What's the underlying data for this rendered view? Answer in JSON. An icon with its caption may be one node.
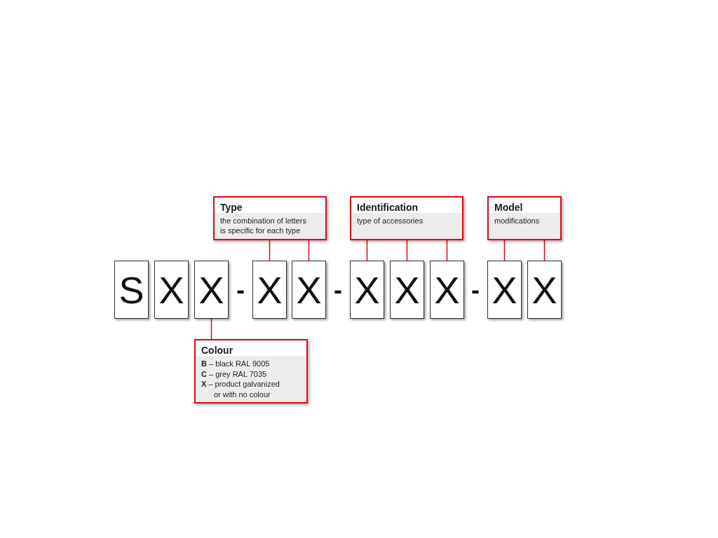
{
  "diagram": {
    "nodes": [
      {
        "text": [
          "Type",
          "the combination of letters is specific for each type"
        ]
      },
      {
        "text": [
          "Identification",
          "type of accessories"
        ]
      },
      {
        "text": [
          "Model",
          "modifications"
        ]
      },
      {
        "text": [
          "S"
        ]
      },
      {
        "text": [
          "X"
        ]
      },
      {
        "text": [
          "X"
        ]
      },
      {
        "text": [
          "X"
        ]
      },
      {
        "text": [
          "X"
        ]
      },
      {
        "text": [
          "X"
        ]
      },
      {
        "text": [
          "X"
        ]
      },
      {
        "text": [
          "X"
        ]
      },
      {
        "text": [
          "X"
        ]
      },
      {
        "text": [
          "X"
        ]
      },
      {
        "text": [
          "Colour",
          "**B** – black RAL 9005",
          "**C** – grey RAL 7035",
          "**X** – product galvanized or with no colour"
        ]
      }
    ],
    "edges": [
      {
        "from": 0,
        "to": 6,
        "arrow": "none"
      },
      {
        "from": 0,
        "to": 7,
        "arrow": "none"
      },
      {
        "from": 1,
        "to": 8,
        "arrow": "none"
      },
      {
        "from": 1,
        "to": 9,
        "arrow": "none"
      },
      {
        "from": 1,
        "to": 10,
        "arrow": "none"
      },
      {
        "from": 2,
        "to": 11,
        "arrow": "none"
      },
      {
        "from": 2,
        "to": 12,
        "arrow": "none"
      },
      {
        "from": 13,
        "to": 5,
        "arrow": "none"
      }
    ],
    "labels": [
      "-",
      "-",
      "-"
    ]
  }
}
